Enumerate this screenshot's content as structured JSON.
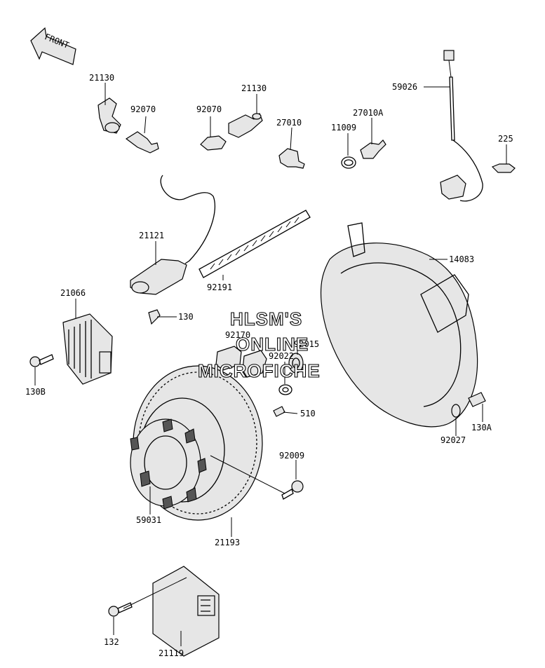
{
  "labels": {
    "p21130a": "21130",
    "p92070a": "92070",
    "p92070b": "92070",
    "p21130b": "21130",
    "p27010": "27010",
    "p11009": "11009",
    "p27010a": "27010A",
    "p59026": "59026",
    "p225": "225",
    "p21121": "21121",
    "p92191": "92191",
    "p14083": "14083",
    "p21066": "21066",
    "p130": "130",
    "p130b": "130B",
    "p92170": "92170",
    "p92015": "92015",
    "p92022": "92022",
    "p510": "510",
    "p92027": "92027",
    "p130a": "130A",
    "p92009": "92009",
    "p59031": "59031",
    "p21193": "21193",
    "p132": "132",
    "p21119": "21119"
  },
  "front_arrow": {
    "text": "FRONT"
  },
  "watermark": {
    "line1": "HLSM'S",
    "line2": "ONLINE",
    "line3": "MICROFICHE"
  }
}
